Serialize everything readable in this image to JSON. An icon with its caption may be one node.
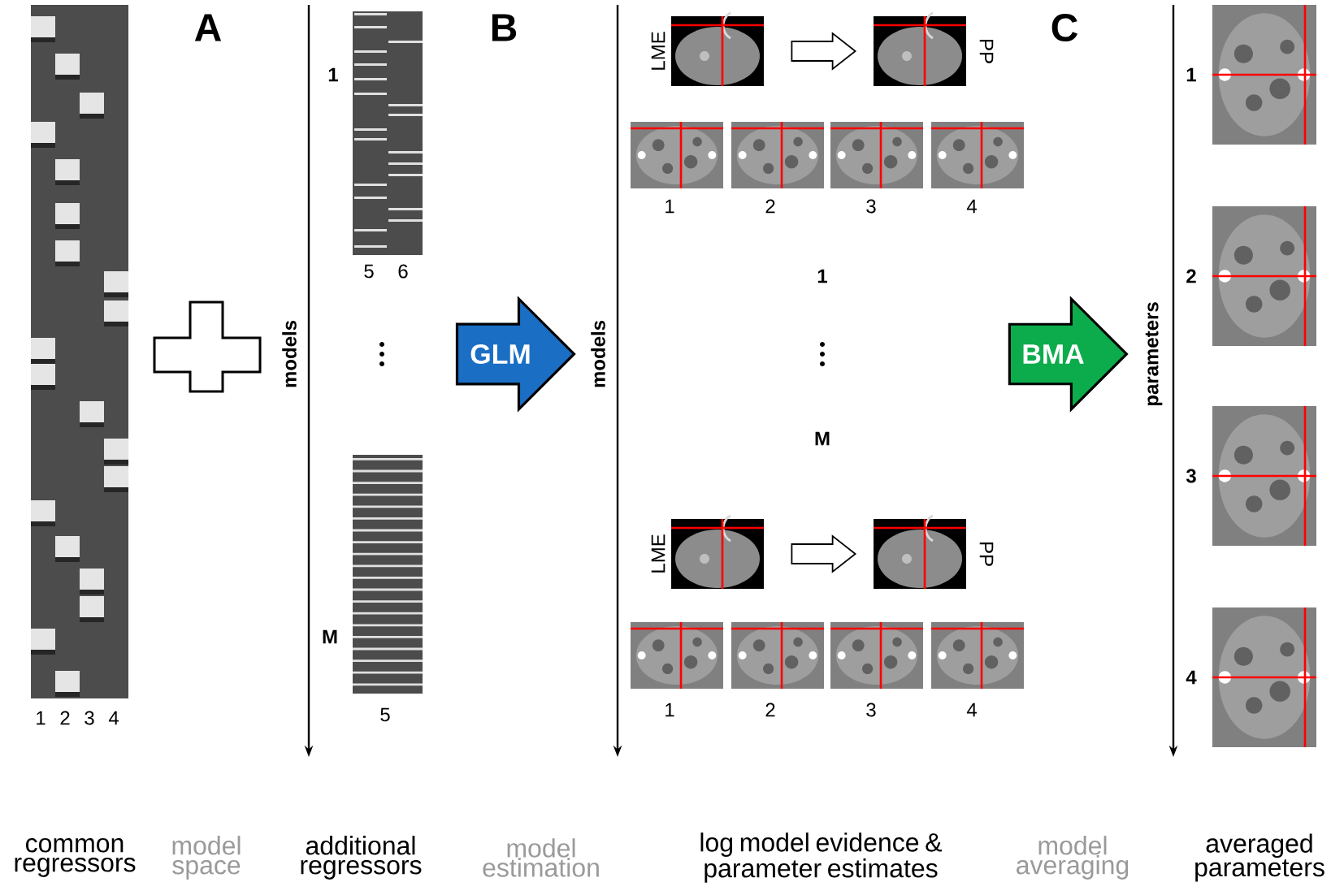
{
  "diagram": {
    "nodes": [
      {
        "text": [
          "GLM"
        ]
      },
      {
        "text": [
          "BMA"
        ]
      },
      {
        "text": [],
        "shape": "picture",
        "beside": [
          "LME"
        ]
      },
      {
        "text": [],
        "shape": "picture",
        "beside": [
          "PP"
        ]
      },
      {
        "text": [],
        "shape": "picture",
        "beside": [
          "LME"
        ]
      },
      {
        "text": [],
        "shape": "picture",
        "beside": [
          "PP"
        ]
      }
    ],
    "edges": [
      {
        "from": 2,
        "to": 3,
        "arrow": "to"
      },
      {
        "from": 4,
        "to": 5,
        "arrow": "to"
      }
    ],
    "labels": [
      "A",
      "B",
      "C",
      "1",
      "5",
      "6",
      "M",
      "5",
      "models",
      "models",
      "1",
      "2",
      "3",
      "4",
      "1",
      "M",
      "1",
      "2",
      "3",
      "4",
      "parameters",
      "1",
      "2",
      "3",
      "4",
      "1",
      "2",
      "3",
      "4",
      "common regressors",
      "model space",
      "additional regressors",
      "model estimation",
      "log model evidence & parameter estimates",
      "model averaging",
      "averaged parameters"
    ]
  }
}
